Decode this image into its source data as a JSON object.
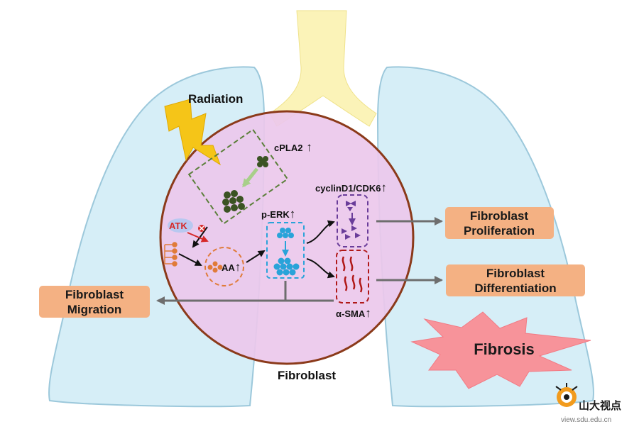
{
  "labels": {
    "radiation": "Radiation",
    "cpla2": "cPLA2",
    "cyclin": "cyclinD1/CDK6",
    "perk": "p-ERK",
    "atk": "ATK",
    "aa": "AA",
    "asma": "α-SMA",
    "fibroblast": "Fibroblast",
    "fibrosis": "Fibrosis"
  },
  "outcomes": {
    "proliferation": [
      "Fibroblast",
      "Proliferation"
    ],
    "differentiation": [
      "Fibroblast",
      "Differentiation"
    ],
    "migration": [
      "Fibroblast",
      "Migration"
    ]
  },
  "watermark": {
    "brand": "山大视点",
    "url": "view.sdu.edu.cn"
  },
  "colors": {
    "lung_fill": "#d6eef7",
    "lung_stroke": "#9cc8db",
    "trachea": "#fbf3b8",
    "cell_fill": "#ecc8ec",
    "cell_stroke": "#8b3a1a",
    "outcome_box": "#f4b183",
    "cpla2_green": "#3b5323",
    "erk_blue": "#29a3d9",
    "cyclin_purple": "#6a3d9a",
    "sma_red": "#b01818",
    "aa_orange": "#e07b39",
    "fibrosis_burst": "#f7939a",
    "bolt_yellow": "#f5c518"
  }
}
